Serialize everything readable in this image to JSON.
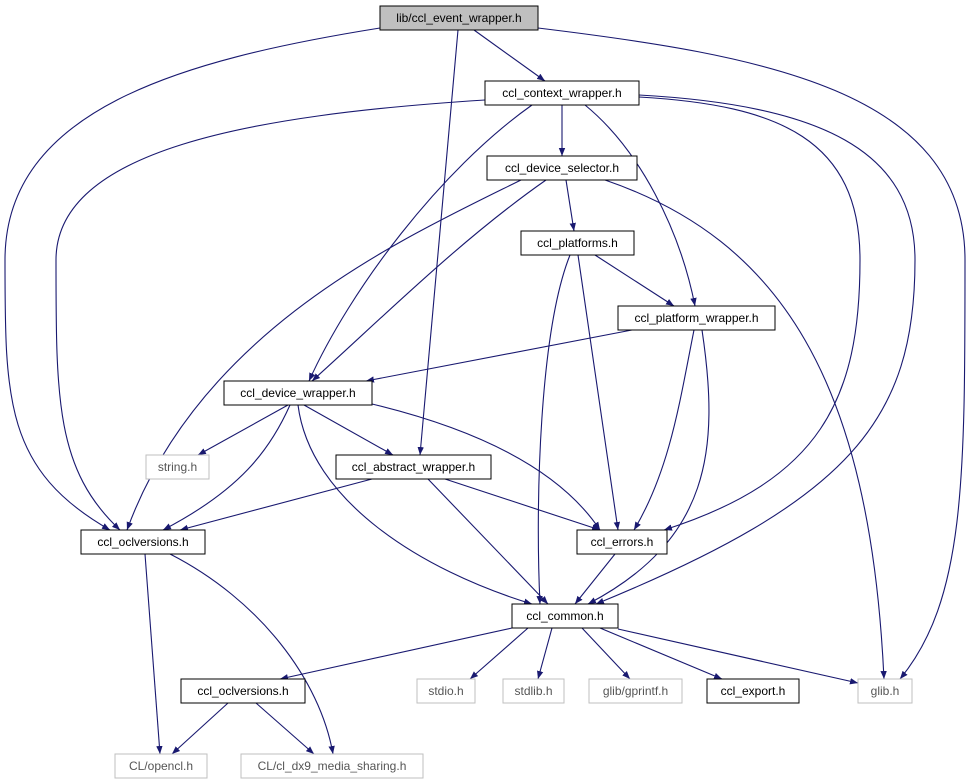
{
  "diagram": {
    "type": "include-dependency-graph",
    "colors": {
      "edge": "#191970",
      "focus_fill": "#bfbfbf",
      "node_fill": "#ffffff",
      "node_border": "#000000",
      "external_border": "#bfbfbf"
    },
    "nodes": [
      {
        "id": "event",
        "label": "lib/ccl_event_wrapper.h",
        "style": "focus"
      },
      {
        "id": "context",
        "label": "ccl_context_wrapper.h",
        "style": "normal"
      },
      {
        "id": "selector",
        "label": "ccl_device_selector.h",
        "style": "normal"
      },
      {
        "id": "platforms",
        "label": "ccl_platforms.h",
        "style": "normal"
      },
      {
        "id": "platform",
        "label": "ccl_platform_wrapper.h",
        "style": "normal"
      },
      {
        "id": "device",
        "label": "ccl_device_wrapper.h",
        "style": "normal"
      },
      {
        "id": "string",
        "label": "string.h",
        "style": "external"
      },
      {
        "id": "abstract",
        "label": "ccl_abstract_wrapper.h",
        "style": "normal"
      },
      {
        "id": "oclv1",
        "label": "ccl_oclversions.h",
        "style": "normal"
      },
      {
        "id": "errors",
        "label": "ccl_errors.h",
        "style": "normal"
      },
      {
        "id": "common",
        "label": "ccl_common.h",
        "style": "normal"
      },
      {
        "id": "oclv2",
        "label": "ccl_oclversions.h",
        "style": "normal"
      },
      {
        "id": "stdio",
        "label": "stdio.h",
        "style": "external"
      },
      {
        "id": "stdlib",
        "label": "stdlib.h",
        "style": "external"
      },
      {
        "id": "gprintf",
        "label": "glib/gprintf.h",
        "style": "external"
      },
      {
        "id": "export",
        "label": "ccl_export.h",
        "style": "normal"
      },
      {
        "id": "glib",
        "label": "glib.h",
        "style": "external"
      },
      {
        "id": "opencl",
        "label": "CL/opencl.h",
        "style": "external"
      },
      {
        "id": "dx9",
        "label": "CL/cl_dx9_media_sharing.h",
        "style": "external"
      }
    ],
    "edges": [
      {
        "from": "event",
        "to": "context"
      },
      {
        "from": "event",
        "to": "abstract"
      },
      {
        "from": "event",
        "to": "oclv1"
      },
      {
        "from": "event",
        "to": "glib"
      },
      {
        "from": "context",
        "to": "selector"
      },
      {
        "from": "context",
        "to": "device"
      },
      {
        "from": "context",
        "to": "platform"
      },
      {
        "from": "context",
        "to": "oclv1"
      },
      {
        "from": "context",
        "to": "errors"
      },
      {
        "from": "context",
        "to": "common"
      },
      {
        "from": "selector",
        "to": "platforms"
      },
      {
        "from": "selector",
        "to": "device"
      },
      {
        "from": "selector",
        "to": "oclv1"
      },
      {
        "from": "selector",
        "to": "glib"
      },
      {
        "from": "platforms",
        "to": "platform"
      },
      {
        "from": "platforms",
        "to": "errors"
      },
      {
        "from": "platforms",
        "to": "common"
      },
      {
        "from": "platform",
        "to": "device"
      },
      {
        "from": "platform",
        "to": "errors"
      },
      {
        "from": "platform",
        "to": "common"
      },
      {
        "from": "device",
        "to": "string"
      },
      {
        "from": "device",
        "to": "abstract"
      },
      {
        "from": "device",
        "to": "oclv1"
      },
      {
        "from": "device",
        "to": "errors"
      },
      {
        "from": "device",
        "to": "common"
      },
      {
        "from": "abstract",
        "to": "oclv1"
      },
      {
        "from": "abstract",
        "to": "errors"
      },
      {
        "from": "abstract",
        "to": "common"
      },
      {
        "from": "oclv1",
        "to": "opencl"
      },
      {
        "from": "oclv1",
        "to": "dx9"
      },
      {
        "from": "errors",
        "to": "common"
      },
      {
        "from": "common",
        "to": "oclv2"
      },
      {
        "from": "common",
        "to": "stdio"
      },
      {
        "from": "common",
        "to": "stdlib"
      },
      {
        "from": "common",
        "to": "gprintf"
      },
      {
        "from": "common",
        "to": "export"
      },
      {
        "from": "common",
        "to": "glib"
      },
      {
        "from": "oclv2",
        "to": "opencl"
      },
      {
        "from": "oclv2",
        "to": "dx9"
      }
    ]
  }
}
